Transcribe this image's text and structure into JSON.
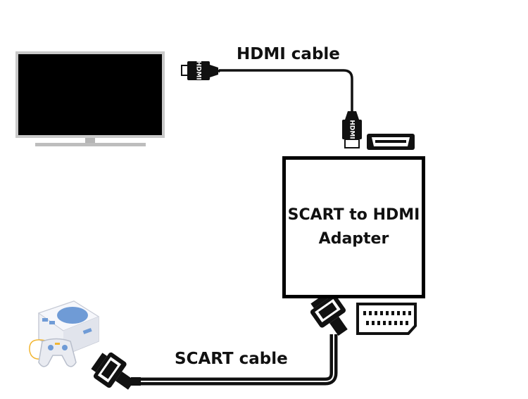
{
  "labels": {
    "hdmi_cable": "HDMI cable",
    "scart_cable": "SCART cable",
    "adapter_line1": "SCART to HDMI",
    "adapter_line2": "Adapter",
    "hdmi_plug_text": "HDMI"
  },
  "colors": {
    "tv_frame": "#c8c8c8",
    "tv_screen": "#000000",
    "cable": "#111111",
    "console_body": "#e9ebf1",
    "console_accent": "#6f9bd6",
    "controller_accent": "#f2b632"
  }
}
